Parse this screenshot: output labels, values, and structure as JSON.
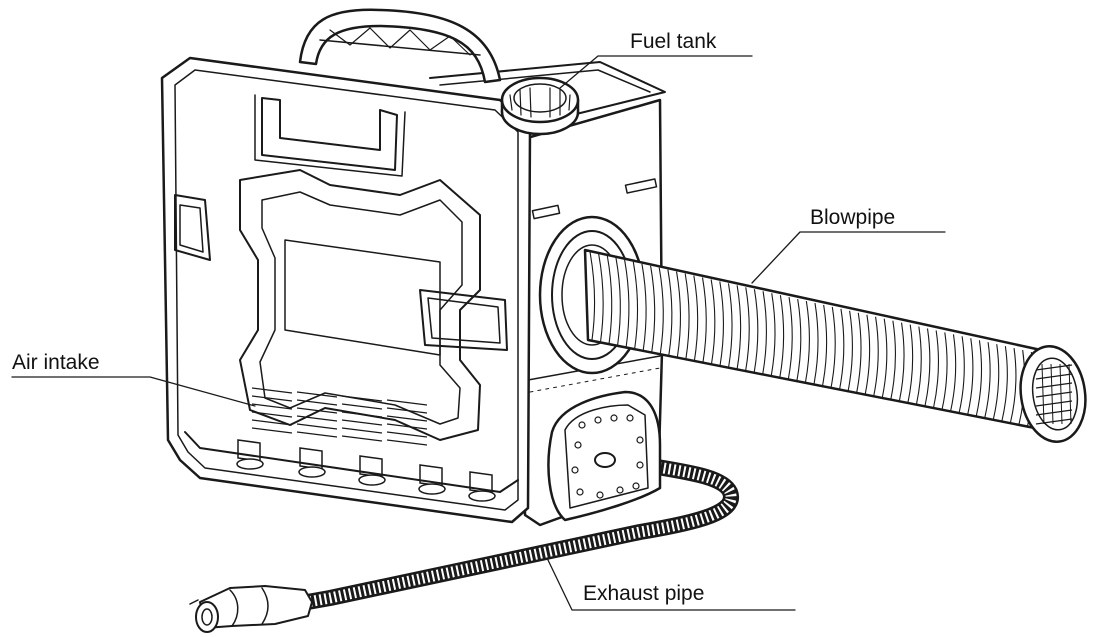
{
  "labels": {
    "fuel_tank": "Fuel tank",
    "blowpipe": "Blowpipe",
    "air_intake": "Air intake",
    "exhaust_pipe": "Exhaust pipe"
  },
  "colors": {
    "line": "#1a1a1a",
    "background": "#ffffff"
  }
}
